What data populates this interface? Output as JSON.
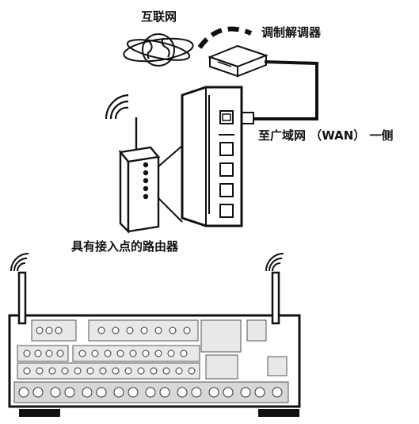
{
  "labels": {
    "internet": "互联网",
    "modem": "调制解调器",
    "wan_side": "至广域网 （WAN） 一侧",
    "router": "具有接入点的路由器"
  },
  "icons": [
    "globe-icon",
    "modem-icon",
    "router-icon",
    "wifi-signal-icon",
    "receiver-icon"
  ],
  "colors": {
    "line": "#111111",
    "panel": "#ffffff",
    "shade": "#dcdcdc"
  }
}
